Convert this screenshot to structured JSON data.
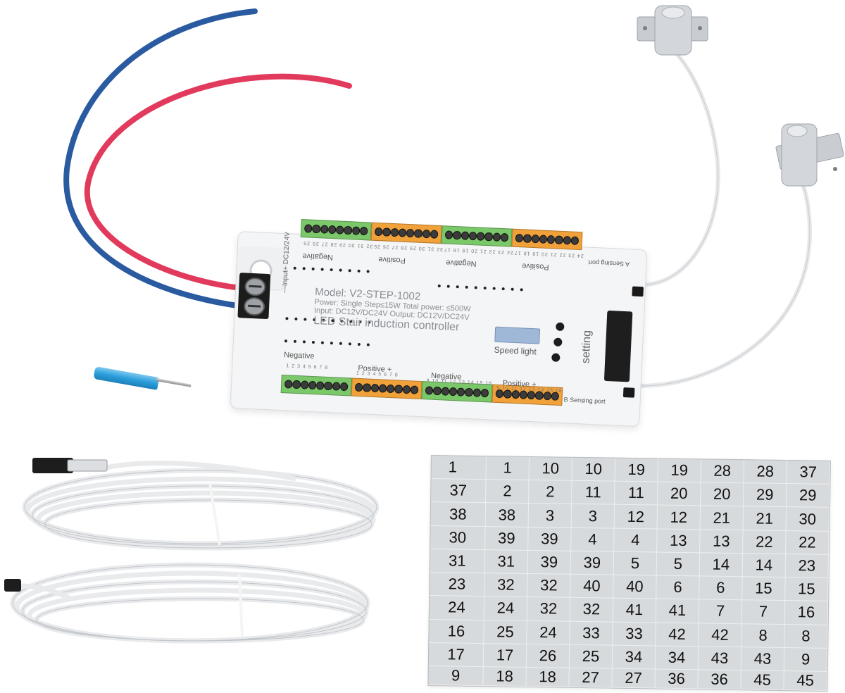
{
  "controller": {
    "model": "Model: V2-STEP-1002",
    "power": "Power: Single Step≤15W Total power: ≤500W",
    "io": "Input: DC12V/DC24V Output: DC12V/DC24V",
    "product": "LED Stair induction controller",
    "speed_light": "Speed light",
    "setting": "setting",
    "input_label": "—Input+ DC12/24V",
    "a_sensing": "A Sensing port",
    "b_sensing": "B Sensing port",
    "top_negative_1": "Negative",
    "top_positive_1": "Positive",
    "top_negative_2": "Negative",
    "top_positive_2": "Positive",
    "bottom_negative_1": "Negative",
    "bottom_positive_1": "Positive +",
    "bottom_negative_2": "Negative",
    "bottom_positive_2": "Positive +",
    "top_nums_1": "32 31 30 29 28 27 26 25",
    "top_nums_2": "32 31 30 29 28 27 26 25",
    "top_nums_3": "24 23 22 21 20 19 18 17",
    "top_nums_4": "24 23 22 21 20 19 18 17",
    "bot_nums_1": "1 2 3 4 5 6 7 8",
    "bot_nums_2": "1 2 3 4 5 6 7 8",
    "bot_nums_3": "9 10 11 12 13 14 15 16",
    "bot_nums_4": "9 10 11 12 13 14 15 16"
  },
  "sheet": {
    "rows": [
      [
        "1",
        "1",
        "10",
        "10",
        "19",
        "19",
        "28",
        "28",
        "37",
        "37"
      ],
      [
        "2",
        "2",
        "11",
        "11",
        "20",
        "20",
        "29",
        "29",
        "38",
        "38"
      ],
      [
        "3",
        "3",
        "12",
        "12",
        "21",
        "21",
        "30",
        "30",
        "39",
        "39"
      ],
      [
        "4",
        "4",
        "13",
        "13",
        "22",
        "22",
        "31",
        "31",
        "39",
        "39"
      ],
      [
        "5",
        "5",
        "14",
        "14",
        "23",
        "23",
        "32",
        "32",
        "40",
        "40"
      ],
      [
        "6",
        "6",
        "15",
        "15",
        "24",
        "24",
        "32",
        "32",
        "41",
        "41"
      ],
      [
        "7",
        "7",
        "16",
        "16",
        "25",
        "24",
        "33",
        "33",
        "42",
        "42"
      ],
      [
        "8",
        "8",
        "17",
        "17",
        "26",
        "25",
        "34",
        "34",
        "43",
        "43"
      ],
      [
        "9",
        "9",
        "18",
        "18",
        "27",
        "27",
        "36",
        "36",
        "45",
        "45"
      ]
    ]
  },
  "colors": {
    "wire_blue": "#2a5aa0",
    "wire_red": "#e23a5c",
    "terminal_green": "#7bc86a",
    "terminal_orange": "#f0a13a",
    "cable_white": "#e9eaec"
  }
}
